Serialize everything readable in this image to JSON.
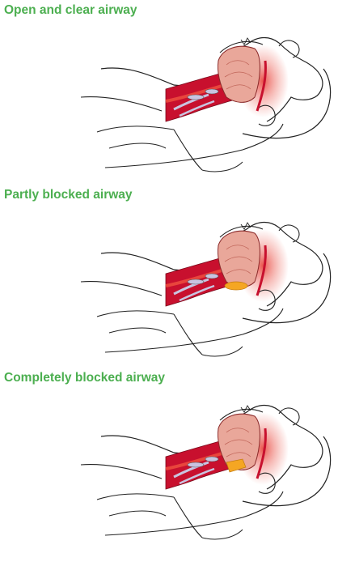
{
  "colors": {
    "title": "#4caf50",
    "outline": "#222222",
    "tissue": "#c8102e",
    "tissue_light": "#e8453c",
    "glow": "#f4a6a0",
    "cartilage": "#c9c4e0",
    "tongue": "#e9a79a",
    "blockage": "#f5a623"
  },
  "panels": [
    {
      "title": "Open and clear airway",
      "airway_state": "open",
      "blockage_icon": "none"
    },
    {
      "title": "Partly blocked airway",
      "airway_state": "partly-blocked",
      "blockage_icon": "partial-obstruction-icon"
    },
    {
      "title": "Completely blocked airway",
      "airway_state": "completely-blocked",
      "blockage_icon": "full-obstruction-icon"
    }
  ]
}
